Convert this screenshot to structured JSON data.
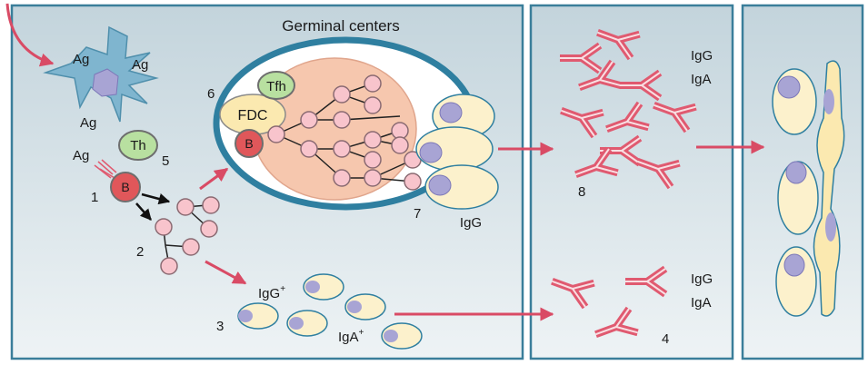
{
  "title": "Germinal centers",
  "antigen_labels": [
    "Ag",
    "Ag",
    "Ag",
    "Ag"
  ],
  "cells": {
    "th": "Th",
    "tfh": "Tfh",
    "fdc": "FDC",
    "b_cell": "B",
    "b_cell_gc": "B"
  },
  "plasma_labels": {
    "igg_plus": "IgG",
    "iga_plus": "IgA",
    "superscript": "+"
  },
  "antibody_labels": {
    "gc_output": "IgG",
    "top_panel": [
      "IgG",
      "IgA"
    ],
    "bottom_panel": [
      "IgG",
      "IgA"
    ]
  },
  "steps": [
    "1",
    "2",
    "3",
    "4",
    "5",
    "6",
    "7",
    "8"
  ],
  "colors": {
    "background": "#ccdae0",
    "panel_border": "#3a7e9a",
    "gc_ring": "#2f7fa0",
    "gc_core": "#f6c7ae",
    "arrow_red": "#d94b65",
    "antibody_red": "#e05a70",
    "b_cell_red": "#e0575a",
    "th_green": "#b8e0a0",
    "fdc_cream": "#fbe9b0",
    "plasma_cream": "#fcf1cc",
    "nucleus": "#a8a4d4",
    "small_cell_pink": "#f8c4cc",
    "dendritic_blue": "#7fb5cf"
  }
}
